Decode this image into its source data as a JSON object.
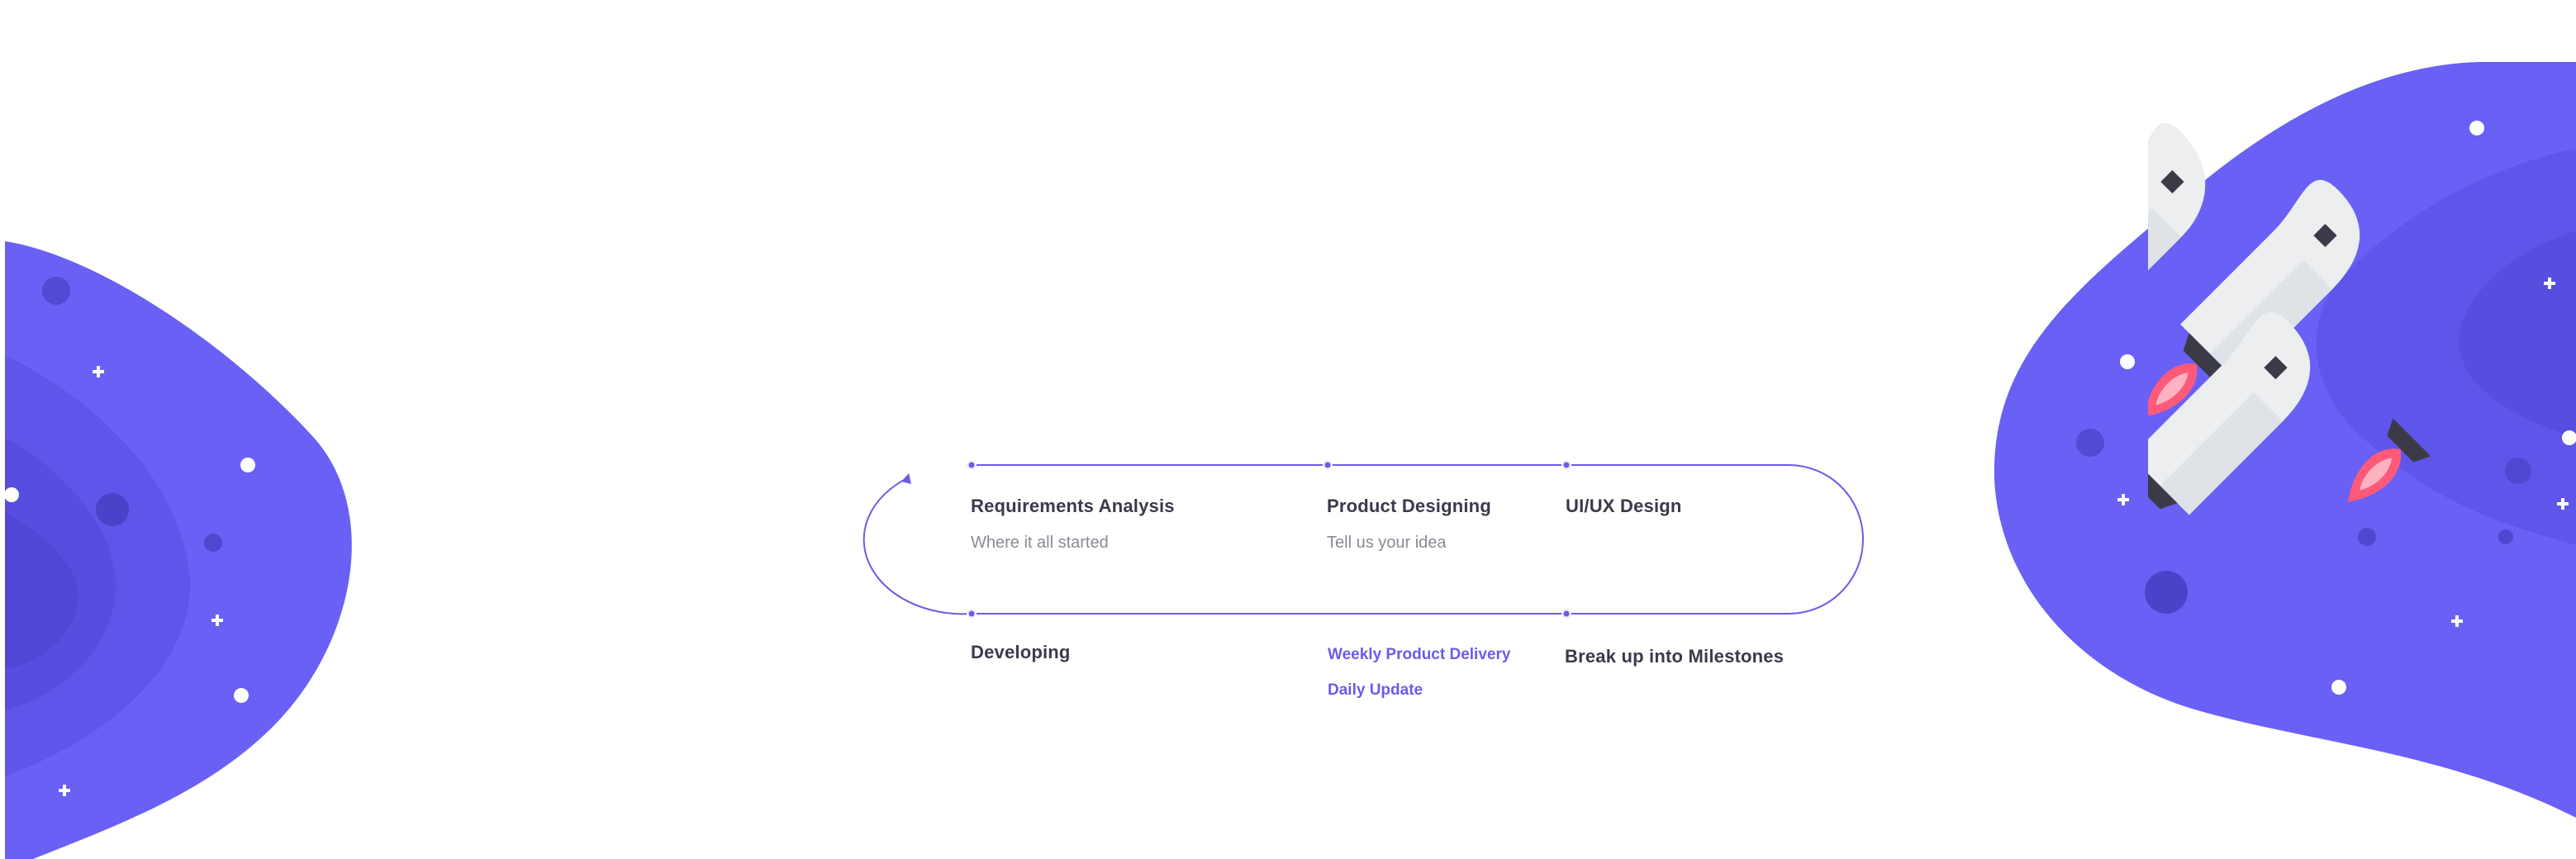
{
  "colors": {
    "accent": "#6a5ce8",
    "blob": "#6a60f5",
    "blob_shadow": "#5d53e4",
    "heading": "#3a3a4a",
    "subtext": "#8a8a95",
    "rocket_body": "#eceef0",
    "flame": "#ff5a7a"
  },
  "flow": {
    "steps": [
      {
        "title": "Requirements Analysis",
        "subtitle": "Where it all started"
      },
      {
        "title": "Product Designing",
        "subtitle": "Tell us your idea"
      },
      {
        "title": "UI/UX Design"
      },
      {
        "title": "Developing"
      },
      {
        "title": "Break up into Milestones"
      }
    ],
    "links": [
      "Weekly Product Delivery",
      "Daily Update"
    ]
  },
  "decor": {
    "left_blob_icon": "planet-blob",
    "right_blob_icon": "planet-blob",
    "rockets_icon": "rocket-group"
  }
}
